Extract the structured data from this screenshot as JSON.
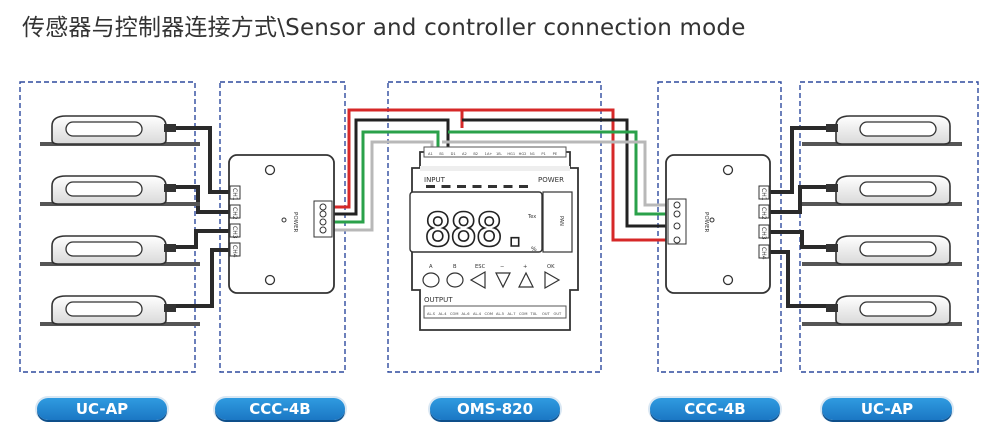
{
  "title": "传感器与控制器连接方式\\Sensor and controller connection mode",
  "devices": [
    {
      "id": "uc-ap-left",
      "label": "UC-AP"
    },
    {
      "id": "ccc-4b-left",
      "label": "CCC-4B"
    },
    {
      "id": "oms-820",
      "label": "OMS-820"
    },
    {
      "id": "ccc-4b-right",
      "label": "CCC-4B"
    },
    {
      "id": "uc-ap-right",
      "label": "UC-AP"
    }
  ],
  "ccc_left": {
    "ports": [
      "CH1",
      "CH2",
      "CH3",
      "CH4"
    ],
    "power_label": "POWER"
  },
  "ccc_right": {
    "ports": [
      "CH1",
      "CH2",
      "CH3",
      "CH4"
    ],
    "power_label": "POWER"
  },
  "oms": {
    "input_label": "INPUT",
    "power_label": "POWER",
    "output_label": "OUTPUT",
    "display_value": "888.",
    "alarm_leds": [
      "AL-1",
      "AL-2",
      "AL-3",
      "AL-4",
      "AL-5",
      "AL-6",
      "AL-7"
    ],
    "buttons": [
      "A",
      "B",
      "ESC",
      "−",
      "+",
      "OK"
    ],
    "top_terminals": [
      "A1",
      "B1",
      "D1",
      "A2",
      "B2",
      "1A+",
      "1B-",
      "HG1",
      "HG2",
      "N1",
      "P1",
      "PE"
    ],
    "bottom_terminals": [
      "AL-S",
      "AL-4",
      "COM",
      "AL-6",
      "AL-4",
      "COM",
      "AL-5",
      "AL-7",
      "COM",
      "TXL",
      "OUT",
      "OUT"
    ],
    "tex_label": "Tex",
    "unit_label": "%",
    "side_label": "PAN"
  },
  "wire_colors": {
    "red": "#d62828",
    "black": "#222222",
    "green": "#2aa14a",
    "gray": "#b8b8b8"
  }
}
